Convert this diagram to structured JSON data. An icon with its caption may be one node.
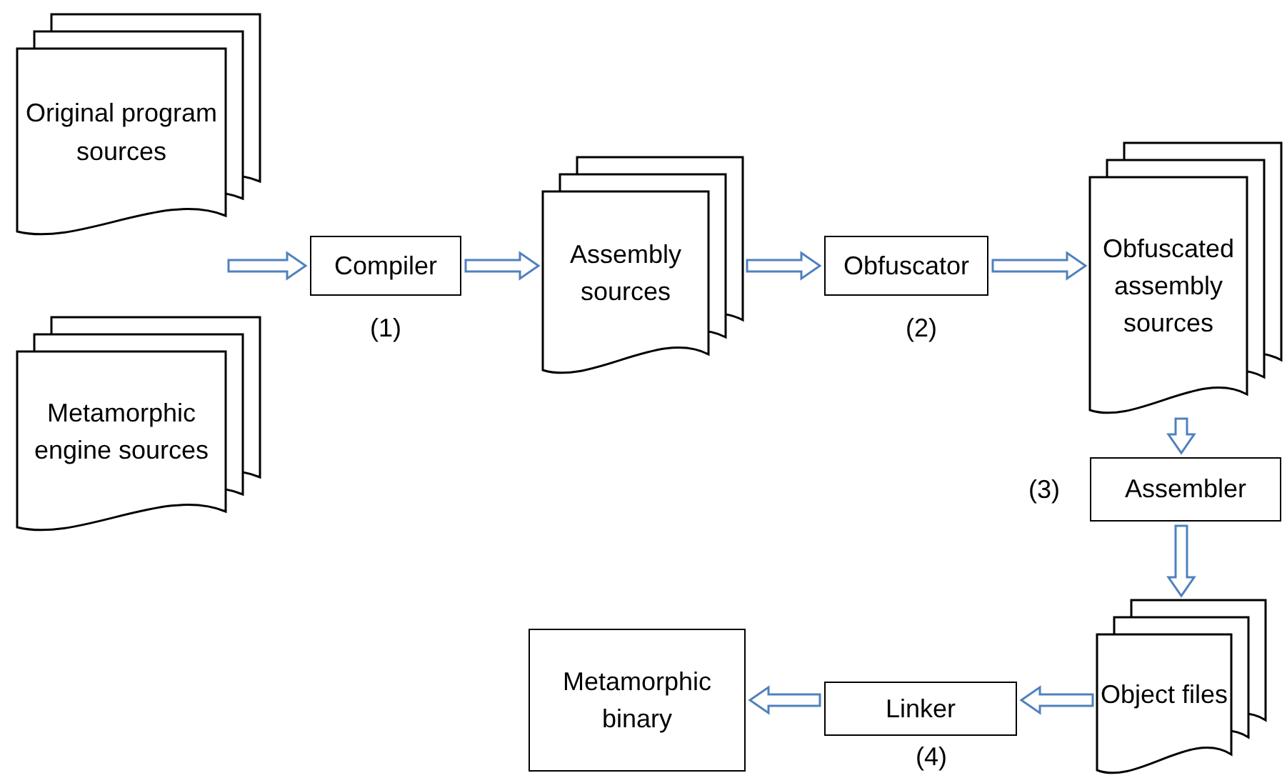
{
  "diagram": {
    "nodes": [
      {
        "text": [
          "Original program sources"
        ]
      },
      {
        "text": [
          "Metamorphic engine sources"
        ]
      },
      {
        "text": [
          "Compiler"
        ],
        "beside": [
          "(1)"
        ]
      },
      {
        "text": [
          "Assembly sources"
        ]
      },
      {
        "text": [
          "Obfuscator"
        ],
        "beside": [
          "(2)"
        ]
      },
      {
        "text": [
          "Obfuscated assembly sources"
        ]
      },
      {
        "text": [
          "Assembler"
        ],
        "beside": [
          "(3)"
        ]
      },
      {
        "text": [
          "Object files"
        ]
      },
      {
        "text": [
          "Linker"
        ],
        "beside": [
          "(4)"
        ]
      },
      {
        "text": [
          "Metamorphic binary"
        ]
      }
    ],
    "edges": [
      {
        "from": null,
        "to": 2,
        "arrow": "to"
      },
      {
        "from": 2,
        "to": 3,
        "arrow": "to"
      },
      {
        "from": 3,
        "to": 4,
        "arrow": "to"
      },
      {
        "from": 4,
        "to": 5,
        "arrow": "to"
      },
      {
        "from": 5,
        "to": 6,
        "arrow": "to"
      },
      {
        "from": 6,
        "to": 7,
        "arrow": "to"
      },
      {
        "from": 7,
        "to": 8,
        "arrow": "to"
      },
      {
        "from": 8,
        "to": 9,
        "arrow": "to"
      }
    ]
  }
}
